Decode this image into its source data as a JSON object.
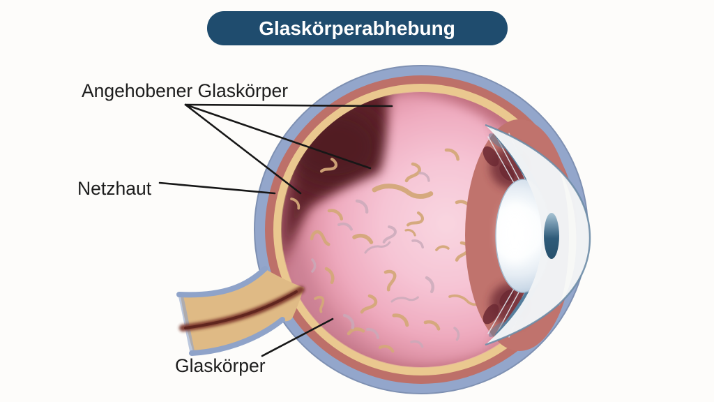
{
  "title": {
    "label": "Glaskörperabhebung"
  },
  "annotations": {
    "elevated_vitreous": {
      "label": "Angehobener Glaskörper"
    },
    "retina": {
      "label": "Netzhaut"
    },
    "vitreous": {
      "label": "Glaskörper"
    }
  },
  "palette": {
    "background": "#fdfcfa",
    "banner_bg": "#1f4c6e",
    "banner_text": "#ffffff",
    "label_text": "#1c1c1c",
    "pointer_line": "#171717",
    "sclera_blue": "#93a6cb",
    "choroid_red": "#bd7069",
    "retina_tan": "#eac88f",
    "inner_rim_rose": "#c06e7e",
    "vitreous_pink": "#f6c5d5",
    "detachment_dark": "#5e2129",
    "floater_tan": "#d4a87a",
    "floater_mauve": "#c9aaba",
    "lens_blue": "#dfe9f2",
    "iris_slate": "#557e9d",
    "cornea_outline": "#6d8ca6",
    "optic_nerve_tan": "#dfba85",
    "nerve_vessel_red": "#7a352c"
  }
}
